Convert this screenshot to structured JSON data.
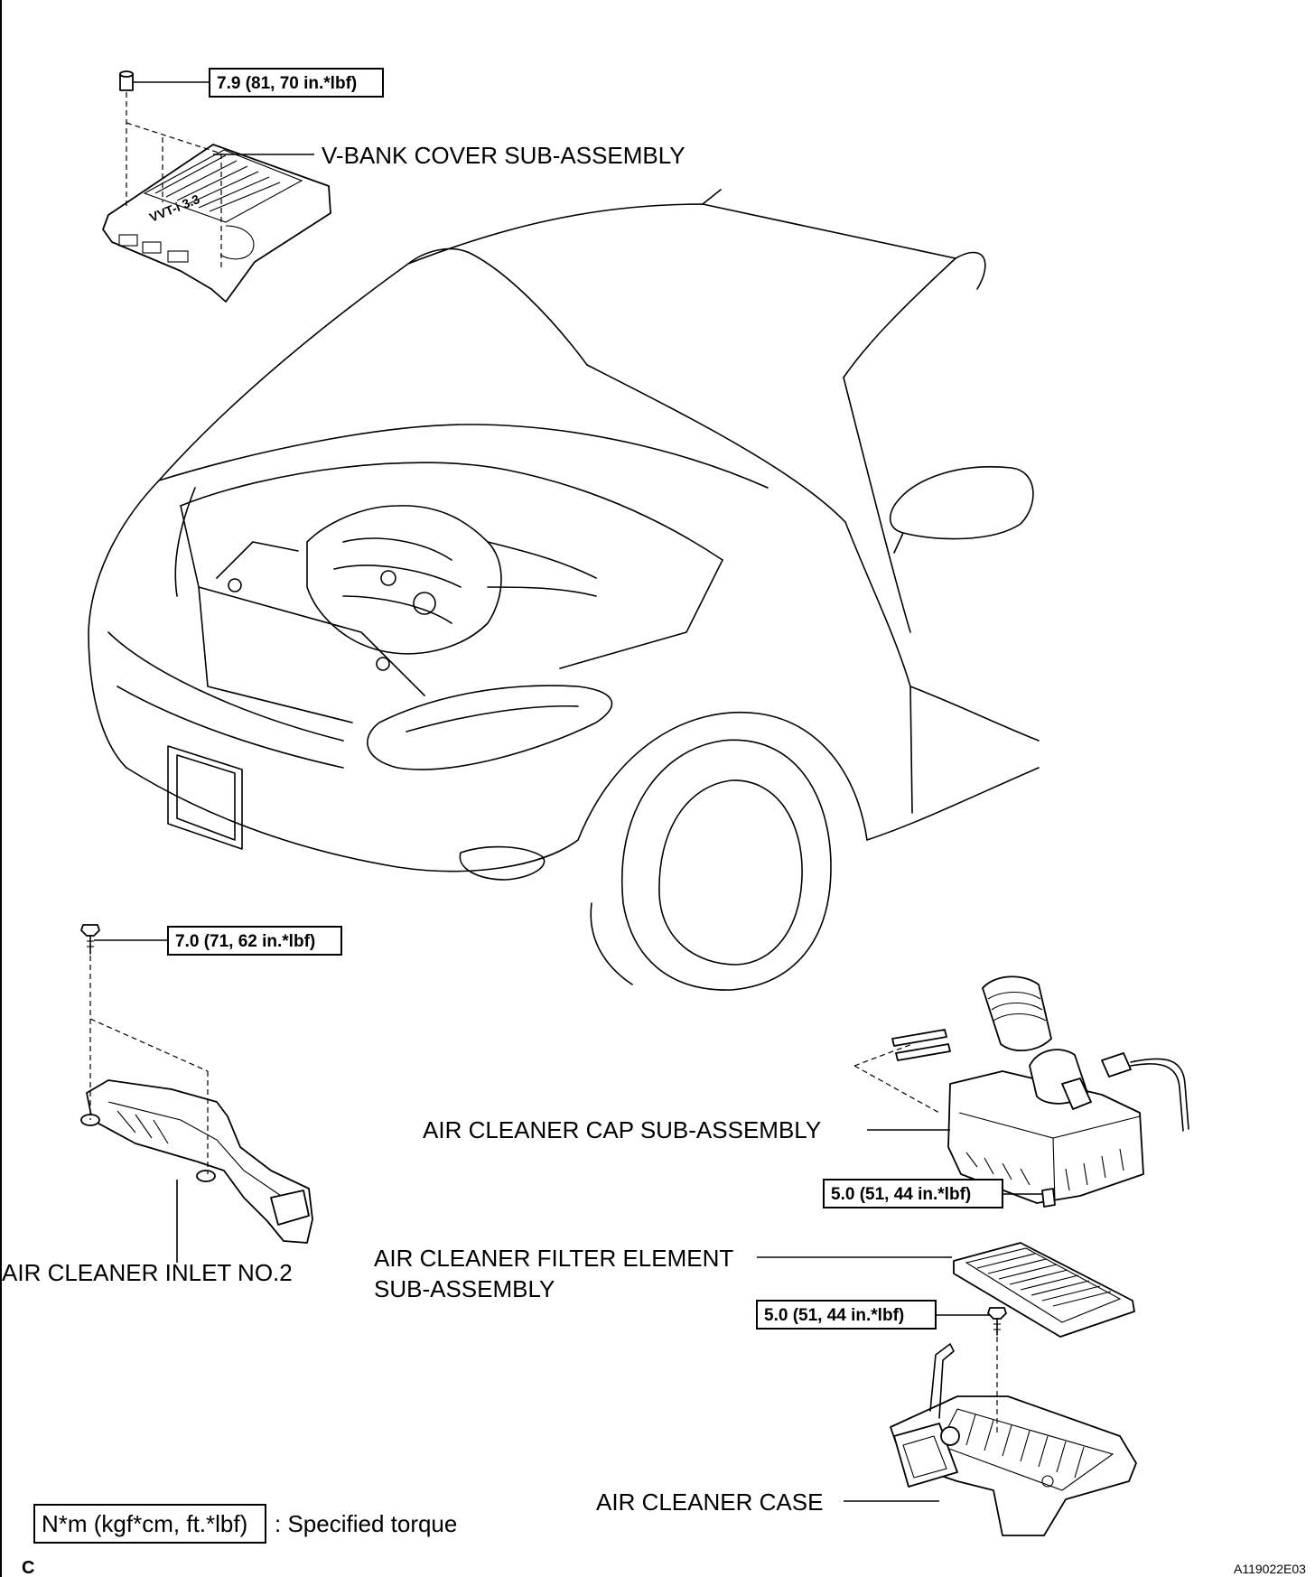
{
  "parts": {
    "v_bank_cover": "V-BANK COVER SUB-ASSEMBLY",
    "air_cleaner_cap": "AIR CLEANER CAP SUB-ASSEMBLY",
    "air_cleaner_inlet": "AIR CLEANER INLET NO.2",
    "filter_element_line1": "AIR CLEANER FILTER ELEMENT",
    "filter_element_line2": "SUB-ASSEMBLY",
    "air_cleaner_case": "AIR CLEANER CASE"
  },
  "torques": {
    "v_bank_nut": "7.9 (81, 70 in.*lbf)",
    "inlet_bolt": "7.0 (71, 62 in.*lbf)",
    "cap_clamp": "5.0 (51, 44 in.*lbf)",
    "case_bolt": "5.0 (51, 44 in.*lbf)"
  },
  "legend": {
    "unit_box": "N*m (kgf*cm, ft.*lbf)",
    "description": ": Specified torque"
  },
  "cover_logo": "VVT-i 3.3",
  "corner_letter": "C",
  "figure_id": "A119022E03"
}
